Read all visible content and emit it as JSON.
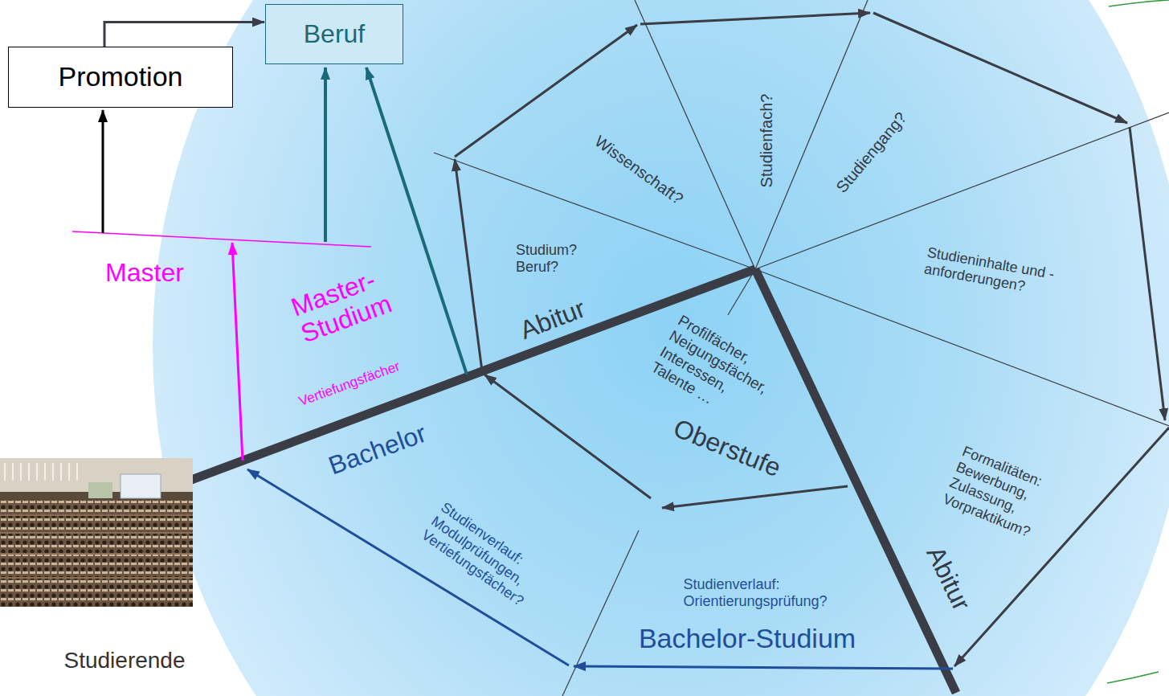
{
  "diagram": {
    "nodes": [
      {
        "text": [
          "Promotion"
        ]
      },
      {
        "text": [
          "Beruf"
        ]
      }
    ],
    "edges": [
      {
        "from": 0,
        "to": 1,
        "arrow": "to"
      }
    ],
    "labels": [
      "Wissenschaft?",
      "Studienfach?",
      "Studiengang?",
      "Master",
      "Master- Studium",
      "Studium? Beruf?",
      "Studieninhalte und -anforderungen?",
      "Abitur",
      "Profilfächer, Neigungsfächer, Interessen, Talente …",
      "Vertiefungsfächer",
      "Oberstufe",
      "Bachelor",
      "Formalitäten: Bewerbung, Zulassung, Vorpraktikum?",
      "Studienverlauf: Modulprüfungen, Vertiefungsfächer?",
      "Abitur",
      "Studienverlauf: Orientierungsprüfung?",
      "Bachelor-Studium",
      "Studierende"
    ]
  }
}
